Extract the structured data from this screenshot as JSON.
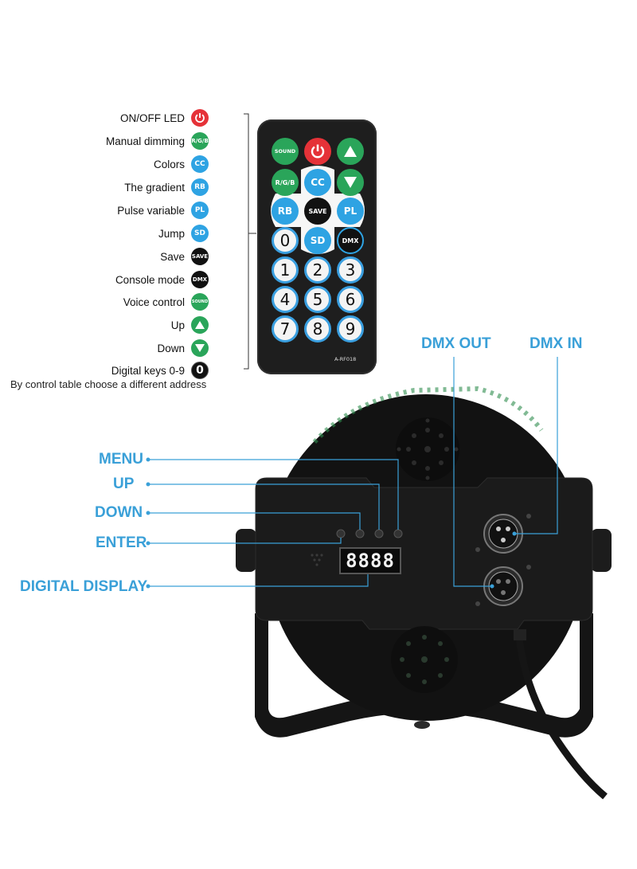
{
  "legend": {
    "items": [
      {
        "label": "ON/OFF LED",
        "chip": "power-icon",
        "color": "#e53238",
        "chip_text": ""
      },
      {
        "label": "Manual dimming",
        "chip": "rgb-chip",
        "color": "#2aa55a",
        "chip_text": "R/G/B"
      },
      {
        "label": "Colors",
        "chip": "cc-chip",
        "color": "#2ea3e3",
        "chip_text": "CC"
      },
      {
        "label": "The gradient",
        "chip": "rb-chip",
        "color": "#2ea3e3",
        "chip_text": "RB"
      },
      {
        "label": "Pulse variable",
        "chip": "pl-chip",
        "color": "#2ea3e3",
        "chip_text": "PL"
      },
      {
        "label": "Jump",
        "chip": "sd-chip",
        "color": "#2ea3e3",
        "chip_text": "SD"
      },
      {
        "label": "Save",
        "chip": "save-chip",
        "color": "#111111",
        "chip_text": "SAVE"
      },
      {
        "label": "Console mode",
        "chip": "dmx-chip",
        "color": "#111111",
        "chip_text": "DMX"
      },
      {
        "label": "Voice control",
        "chip": "sound-chip",
        "color": "#2aa55a",
        "chip_text": "SOUND"
      },
      {
        "label": "Up",
        "chip": "triangle-up-icon",
        "color": "#2aa55a",
        "chip_text": ""
      },
      {
        "label": "Down",
        "chip": "triangle-down-icon",
        "color": "#2aa55a",
        "chip_text": ""
      },
      {
        "label": "Digital keys 0-9",
        "chip": "zero-key-chip",
        "color": "#111111",
        "chip_text": "0"
      }
    ],
    "footnote": "By control table choose a different address"
  },
  "remote": {
    "sound": "SOUND",
    "rgb": "R/G/B",
    "cc": "CC",
    "rb": "RB",
    "save": "SAVE",
    "pl": "PL",
    "sd": "SD",
    "dmx": "DMX",
    "zero": "0",
    "keys": [
      "1",
      "2",
      "3",
      "4",
      "5",
      "6",
      "7",
      "8",
      "9"
    ],
    "model": "A-RF018"
  },
  "device": {
    "labels": {
      "menu": "MENU",
      "up": "UP",
      "down": "DOWN",
      "enter": "ENTER",
      "digital_display": "DIGITAL DISPLAY",
      "dmx_out": "DMX OUT",
      "dmx_in": "DMX IN"
    },
    "display_text": "8888",
    "accent_color": "#3aa0d8"
  }
}
